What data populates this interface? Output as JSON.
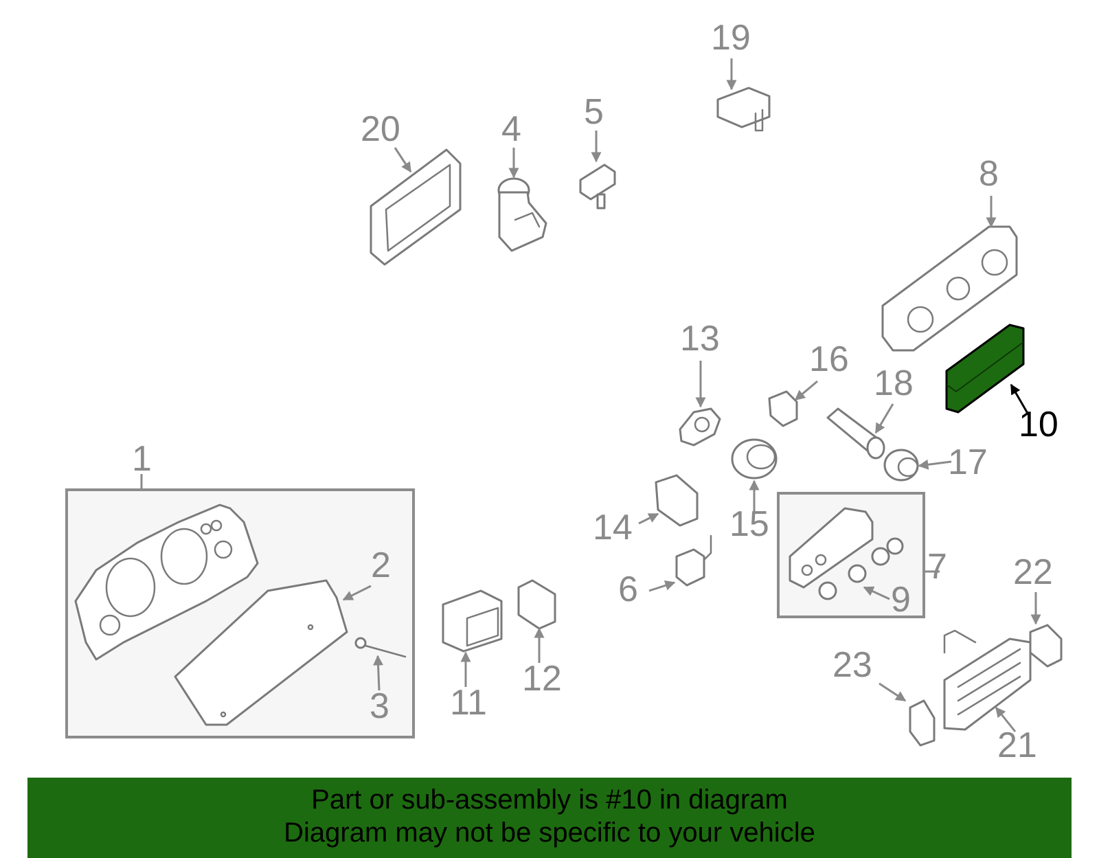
{
  "colors": {
    "highlight": "#1d6b10",
    "part_stroke": "#7a7a7a",
    "callout_text": "#8a8a8a",
    "highlight_text": "#000000",
    "background": "#ffffff"
  },
  "highlighted_part": "10",
  "callouts": {
    "c1": "1",
    "c2": "2",
    "c3": "3",
    "c4": "4",
    "c5": "5",
    "c6": "6",
    "c7": "7",
    "c8": "8",
    "c9": "9",
    "c10": "10",
    "c11": "11",
    "c12": "12",
    "c13": "13",
    "c14": "14",
    "c15": "15",
    "c16": "16",
    "c17": "17",
    "c18": "18",
    "c19": "19",
    "c20": "20",
    "c21": "21",
    "c22": "22",
    "c23": "23"
  },
  "banner": {
    "line1": "Part or sub-assembly is #10 in diagram",
    "line2": "Diagram may not be specific to your vehicle"
  }
}
